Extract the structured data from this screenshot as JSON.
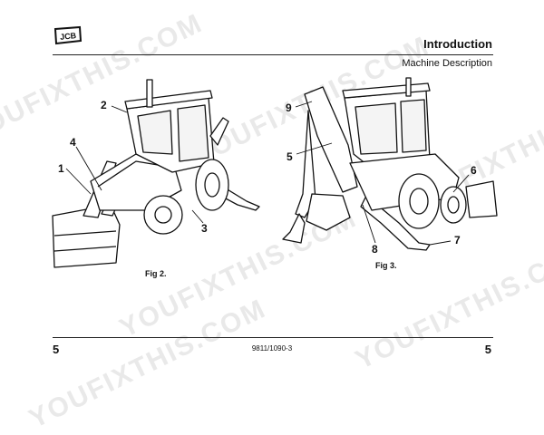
{
  "header": {
    "title": "Introduction",
    "subtitle": "Machine Description",
    "logo_text": "JCB"
  },
  "figures": [
    {
      "caption": "Fig 2.",
      "callouts": [
        "1",
        "2",
        "3",
        "4"
      ]
    },
    {
      "caption": "Fig 3.",
      "callouts": [
        "5",
        "6",
        "7",
        "8",
        "9"
      ]
    }
  ],
  "footer": {
    "page_left": "5",
    "page_right": "5",
    "doc_code": "9811/1090-3"
  },
  "watermark": {
    "text": "YOUFIXTHIS.COM"
  }
}
